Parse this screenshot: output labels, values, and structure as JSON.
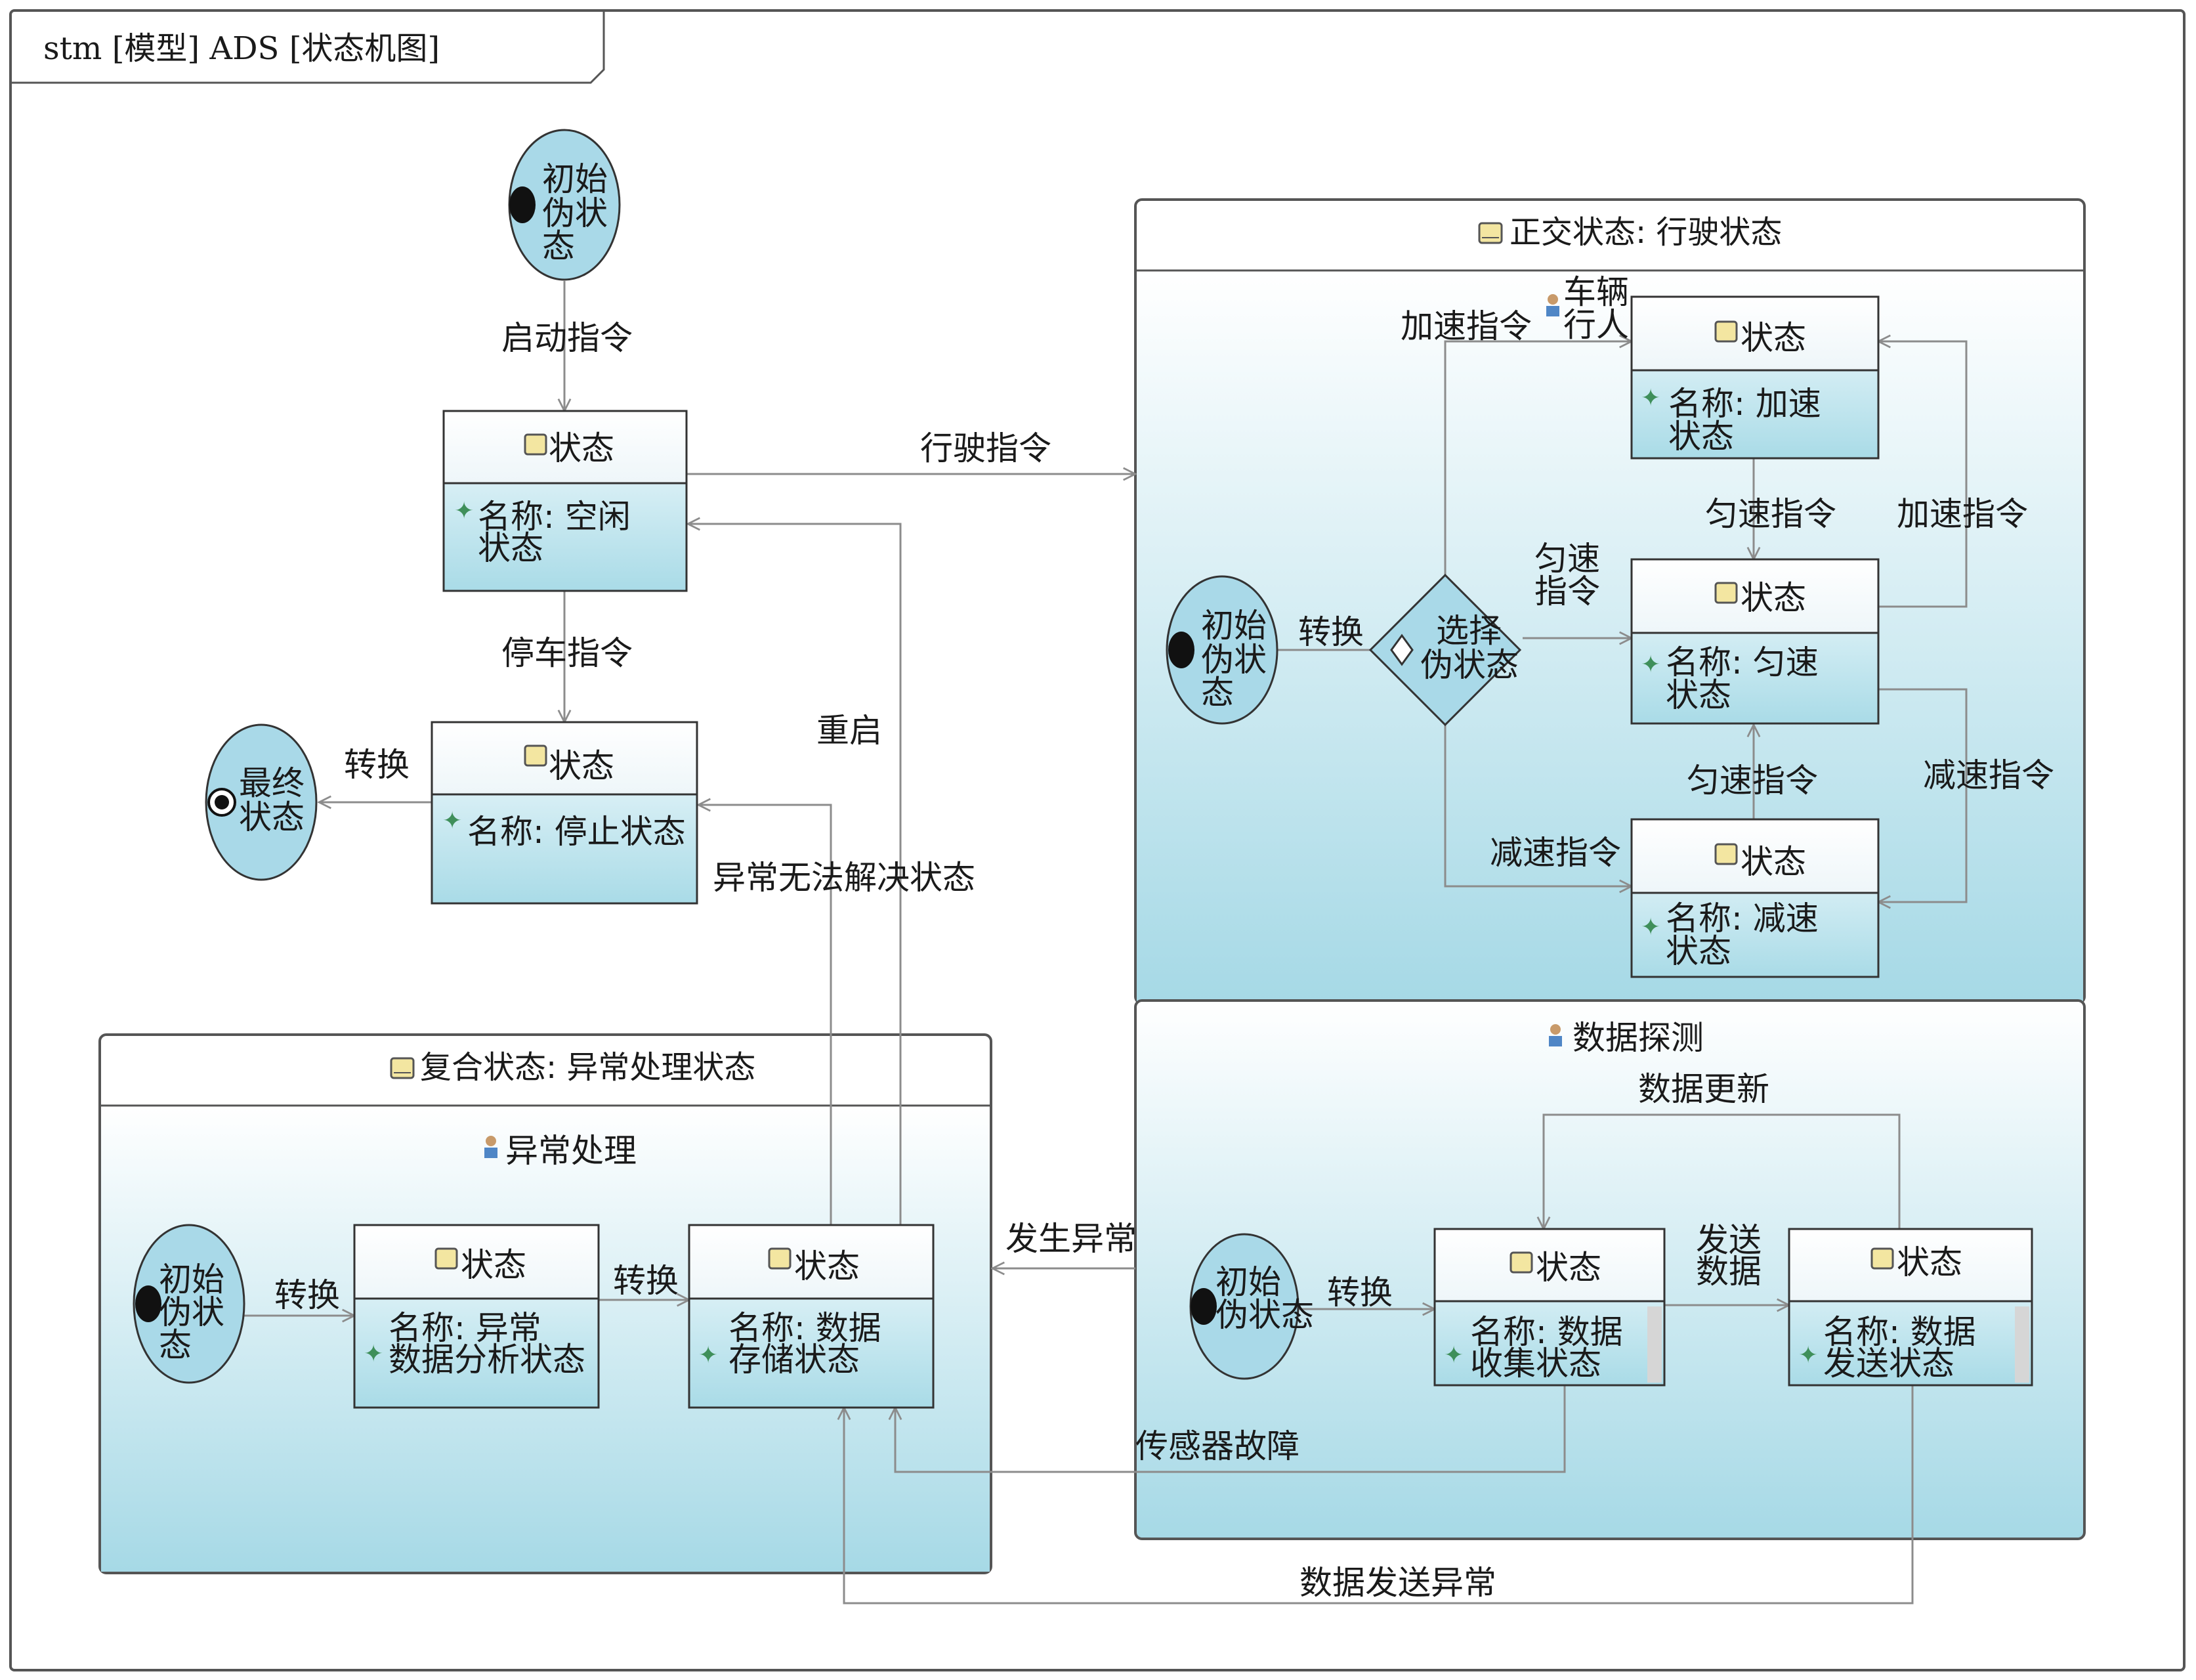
{
  "frame": {
    "title": "stm [模型] ADS [状态机图]"
  },
  "initial_label": [
    "初始",
    "伪状",
    "态"
  ],
  "state_header": "状态",
  "top": {
    "start_command": "启动指令",
    "idle_name": [
      "名称: 空闲",
      "状态"
    ],
    "stop_command": "停车指令",
    "stop_name": "名称: 停止状态",
    "final": [
      "最终",
      "状态"
    ],
    "to_final": "转换",
    "drive_command": "行驶指令",
    "restart": "重启",
    "unresolved": "异常无法解决状态"
  },
  "driving": {
    "title": "正交状态: 行驶状态",
    "region_label": [
      "车辆",
      "行人"
    ],
    "transition": "转换",
    "choice": [
      "选择",
      "伪状态"
    ],
    "accel_cmd": "加速指令",
    "uniform_cmd": [
      "匀速",
      "指令"
    ],
    "decel_cmd": "减速指令",
    "accel_name": [
      "名称: 加速",
      "状态"
    ],
    "uniform_name": [
      "名称: 匀速",
      "状态"
    ],
    "decel_name": [
      "名称: 减速",
      "状态"
    ],
    "accel_to_uniform": "匀速指令",
    "uniform_to_accel": "加速指令",
    "decel_to_uniform": "匀速指令",
    "uniform_to_decel": "减速指令"
  },
  "detect": {
    "region_label": "数据探测",
    "initial": [
      "初始",
      "伪状态"
    ],
    "transition": "转换",
    "update": "数据更新",
    "send": [
      "发送",
      "数据"
    ],
    "collect_name": [
      "名称: 数据",
      "收集状态"
    ],
    "send_name": [
      "名称: 数据",
      "发送状态"
    ],
    "sensor_fault": "传感器故障",
    "send_error": "数据发送异常",
    "error_occurs": "发生异常"
  },
  "exception": {
    "title": "复合状态: 异常处理状态",
    "region_label": "异常处理",
    "transition1": "转换",
    "transition2": "转换",
    "analysis_name": [
      "名称: 异常",
      "数据分析状态"
    ],
    "storage_name": [
      "名称: 数据",
      "存储状态"
    ]
  },
  "colors": {
    "line": "#8c8c8c",
    "border": "#333333",
    "state_fill_top": "#f4fbfd",
    "state_fill_bottom": "#a8dbe8",
    "initial_fill": "#a9d9e8",
    "name_marker": "#3f8f5a"
  },
  "icons": [
    "state-icon",
    "region-icon",
    "name-property-icon"
  ]
}
